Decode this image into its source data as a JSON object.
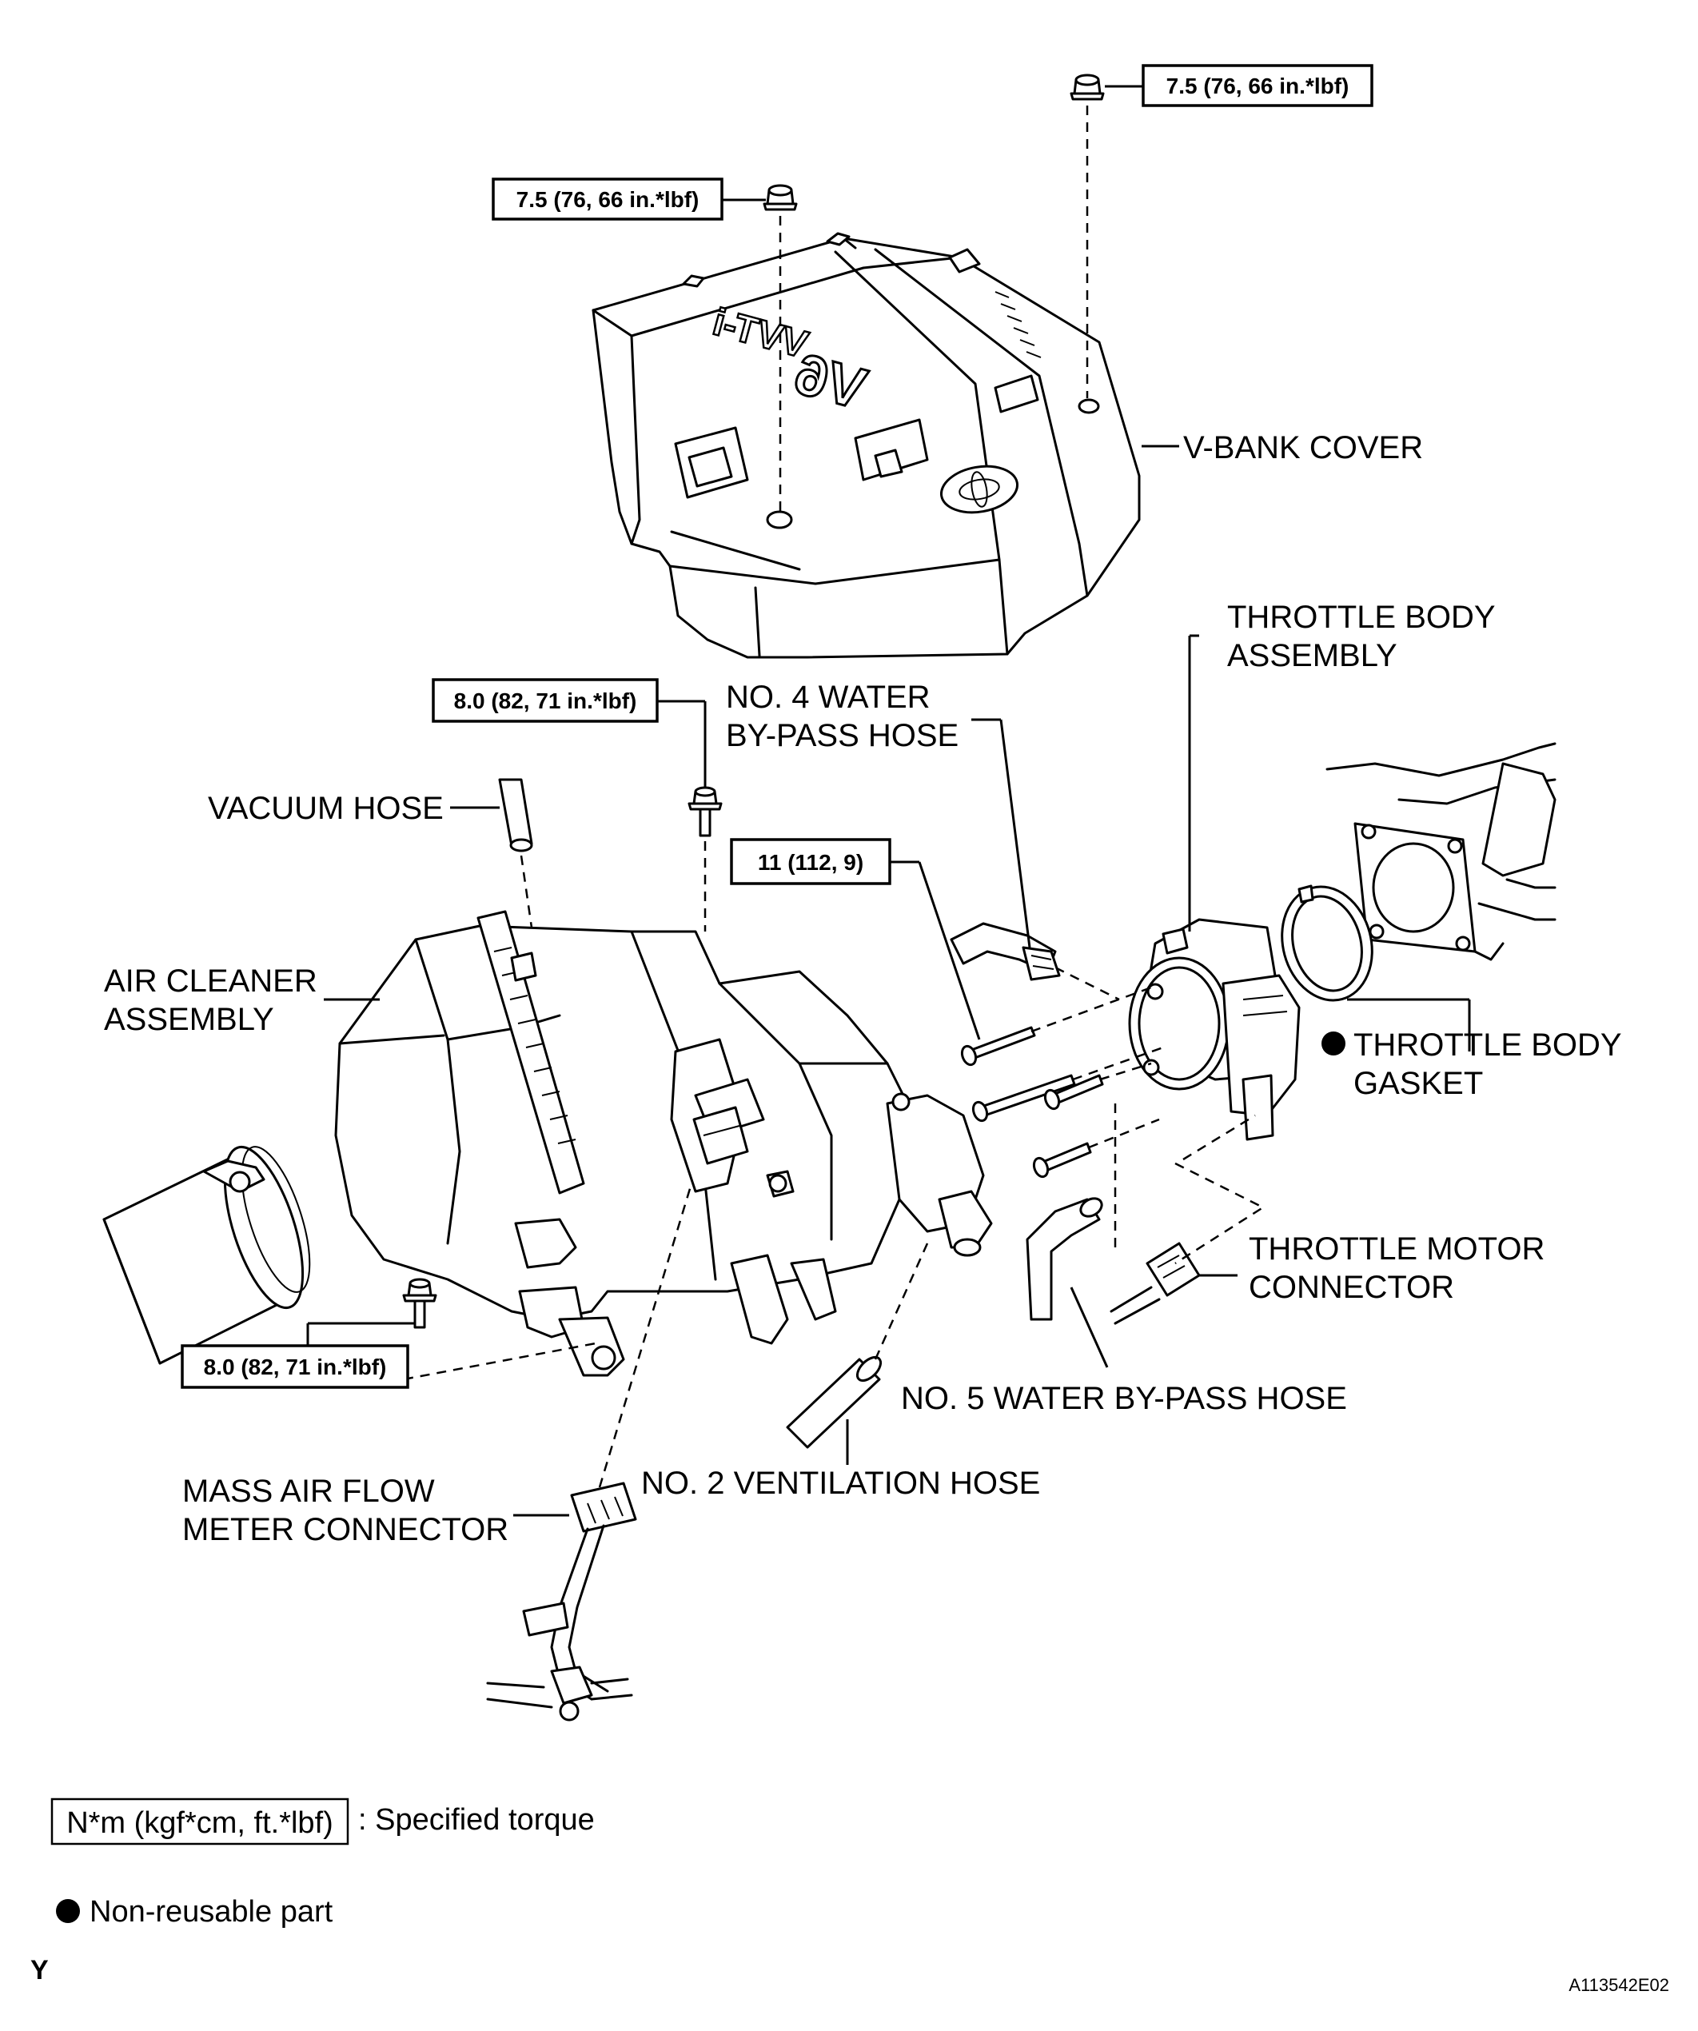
{
  "torque": {
    "t1": "7.5 (76, 66 in.*lbf)",
    "t2": "7.5 (76, 66 in.*lbf)",
    "t3": "8.0 (82, 71 in.*lbf)",
    "t4": "11 (112, 9)",
    "t5": "8.0 (82, 71 in.*lbf)"
  },
  "labels": {
    "v_bank_cover": "V-BANK COVER",
    "throttle_body_1": "THROTTLE BODY",
    "throttle_body_2": "ASSEMBLY",
    "no4_hose_1": "NO. 4 WATER",
    "no4_hose_2": "BY-PASS HOSE",
    "vacuum_hose": "VACUUM HOSE",
    "air_cleaner_1": "AIR CLEANER",
    "air_cleaner_2": "ASSEMBLY",
    "gasket_1": "THROTTLE BODY",
    "gasket_2": "GASKET",
    "motor_conn_1": "THROTTLE MOTOR",
    "motor_conn_2": "CONNECTOR",
    "no5_hose": "NO. 5 WATER BY-PASS HOSE",
    "no2_vent": "NO. 2 VENTILATION HOSE",
    "maf_1": "MASS AIR FLOW",
    "maf_2": "METER CONNECTOR"
  },
  "cover_text": {
    "vvti": "VVT-i",
    "v6": "V6"
  },
  "legend": {
    "torque_box": "N*m (kgf*cm, ft.*lbf)",
    "torque_desc": ": Specified torque",
    "nonreusable": "Non-reusable part"
  },
  "corner_code": "Y",
  "figure_id": "A113542E02"
}
